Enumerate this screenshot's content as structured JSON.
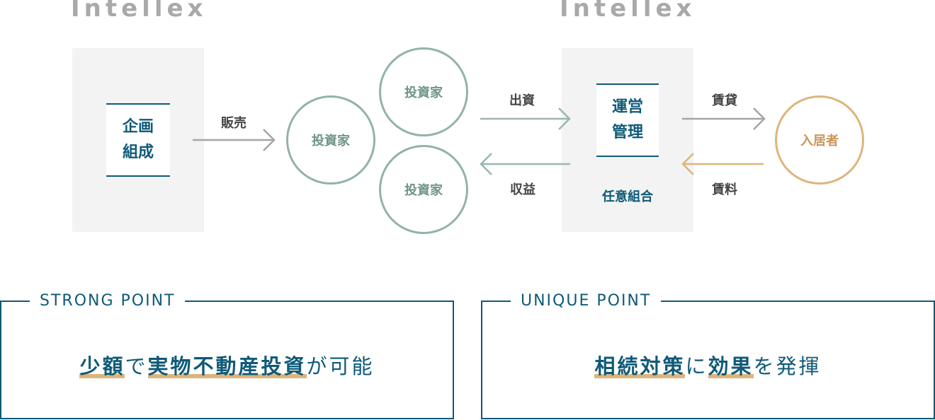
{
  "logo": "Intellex",
  "left": {
    "label_line1": "企画",
    "label_line2": "組成",
    "arrow": "販売"
  },
  "investors": [
    "投資家",
    "投資家",
    "投資家"
  ],
  "flows": {
    "invest": "出資",
    "returns": "収益",
    "lease": "賃貸",
    "rent": "賃料"
  },
  "right": {
    "label_line1": "運営",
    "label_line2": "管理",
    "caption": "任意組合"
  },
  "tenant": "入居者",
  "strong": {
    "title": "STRONG POINT",
    "hl1": "少額",
    "t1": "で",
    "hl2": "実物不動産投資",
    "t2": "が可能"
  },
  "unique": {
    "title": "UNIQUE POINT",
    "hl1": "相続対策",
    "t1": "に",
    "hl2": "効果",
    "t2": "を発揮"
  },
  "colors": {
    "navy": "#0f5a78",
    "green": "#93b3a5",
    "orange": "#ddb57c"
  }
}
